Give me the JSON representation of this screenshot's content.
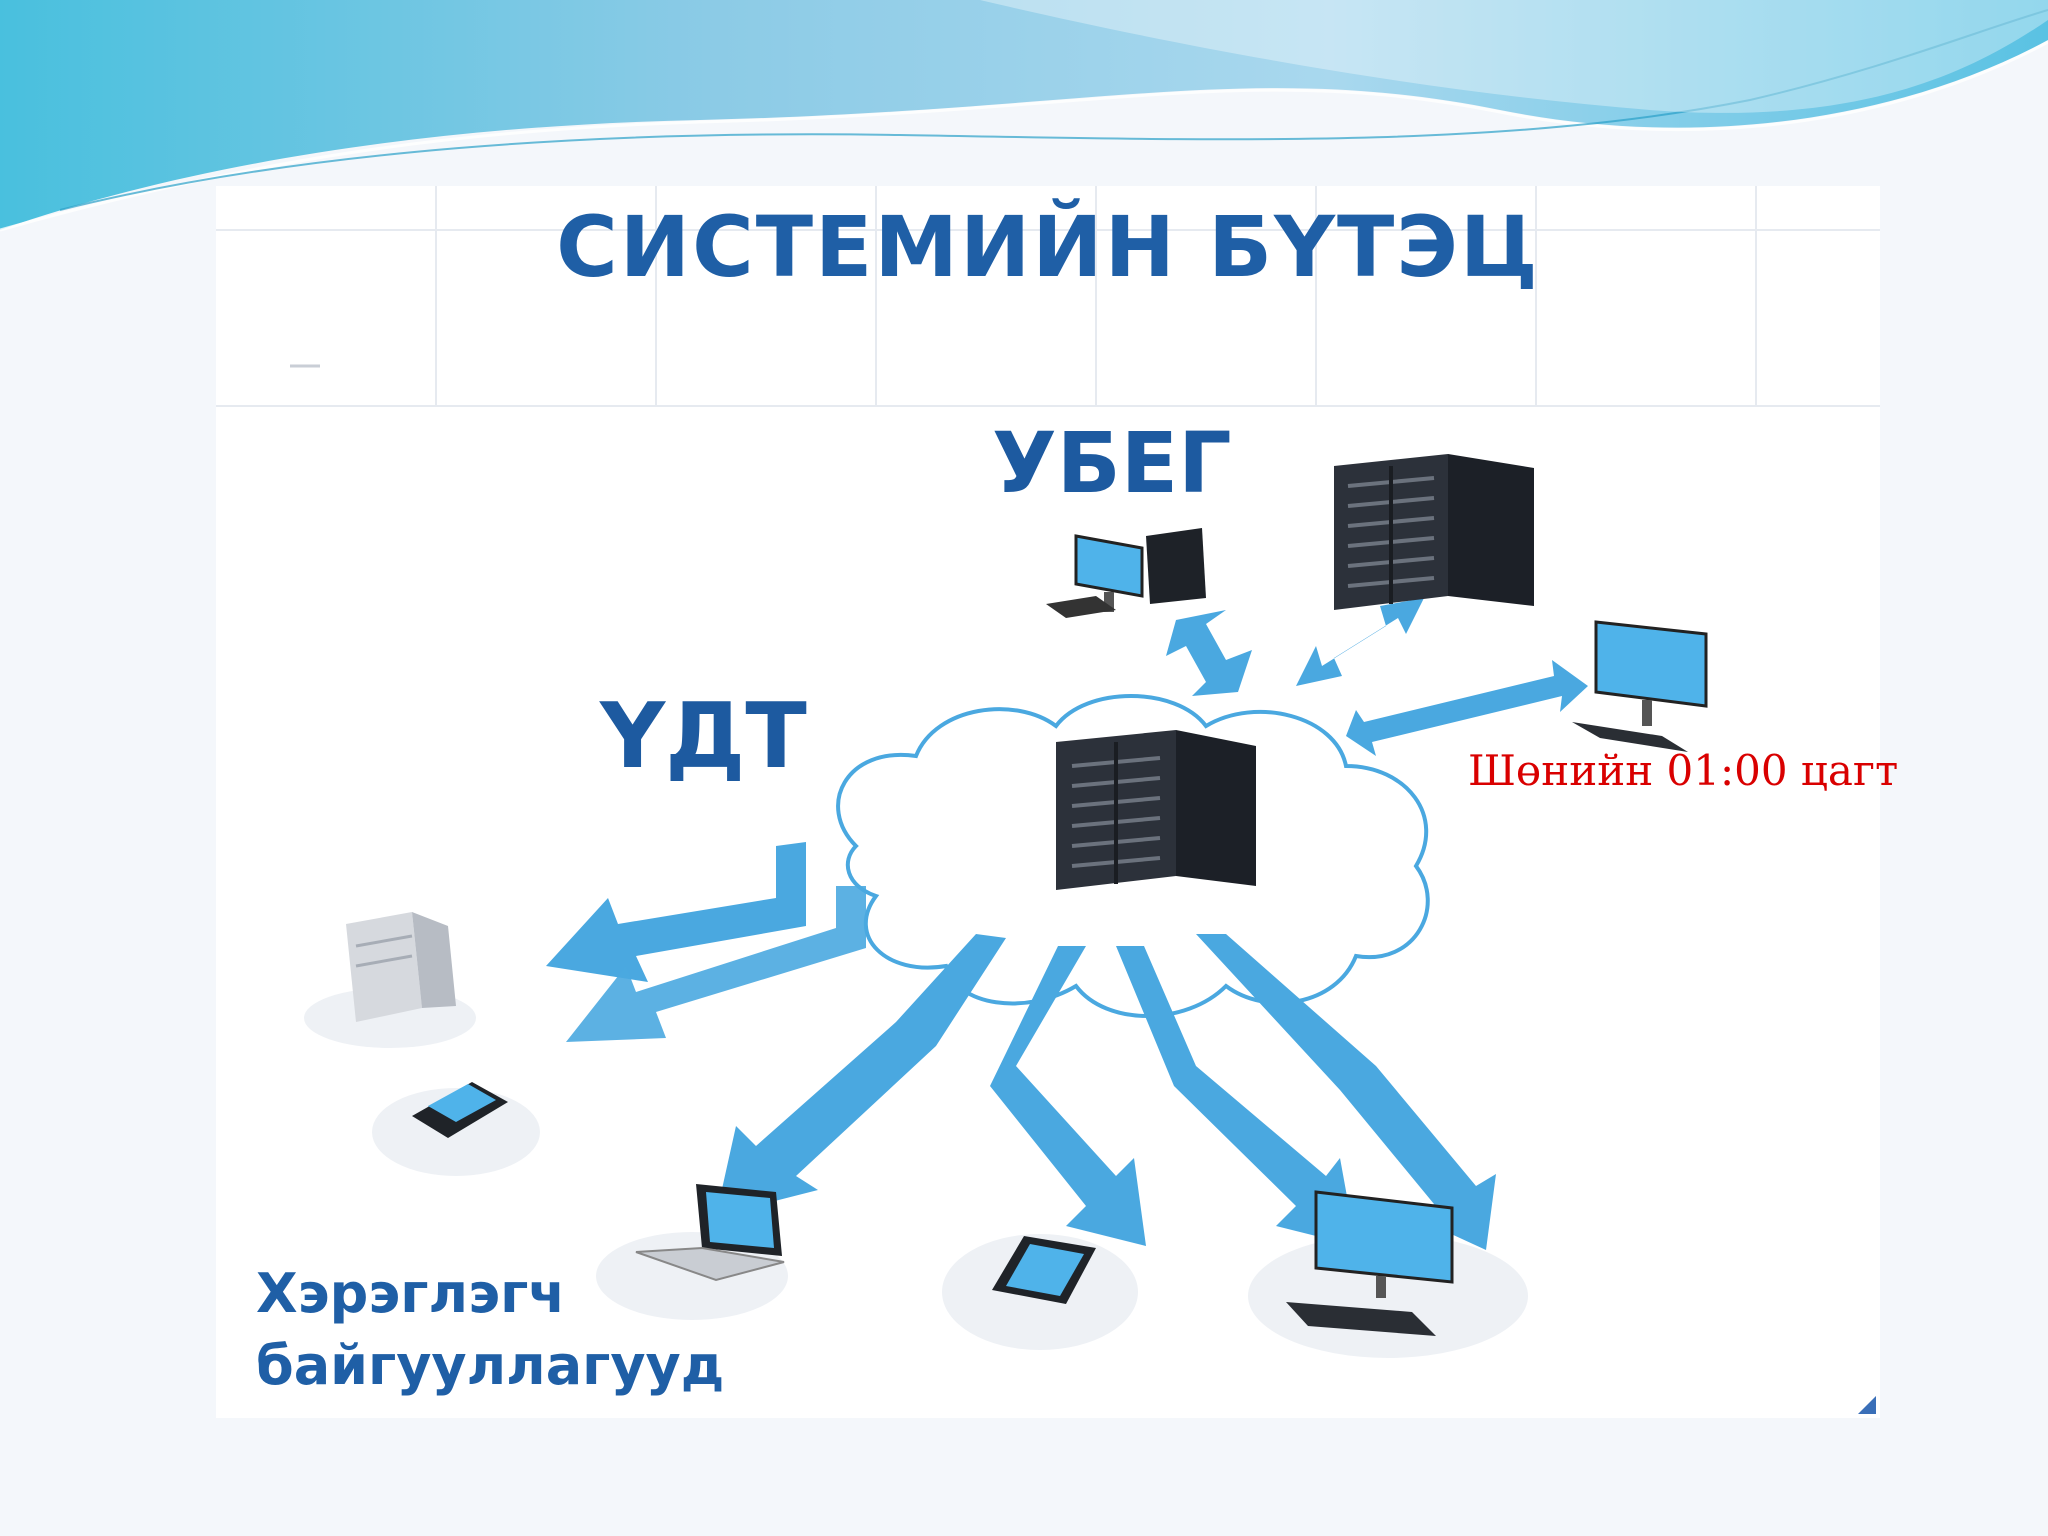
{
  "slide": {
    "title": "СИСТЕМИЙН БҮТЭЦ",
    "labels": {
      "ubeg": "УБЕГ",
      "udt": "ҮДТ",
      "users_line1": "Хэрэглэгч",
      "users_line2": "байгууллагууд"
    },
    "note": "Шөнийн 01:00 цагт"
  },
  "colors": {
    "title": "#1f5fa6",
    "note": "#d90000",
    "arrow": "#4aa8e0",
    "server": "#2c313a",
    "screen": "#4fb3ea",
    "header_wave": "#7fcbe6"
  },
  "icons": [
    "ubeg-server-rack-icon",
    "ubeg-desktop-icon",
    "ubeg-monitor-icon",
    "udt-server-rack-icon",
    "cloud-icon",
    "user-server-icon",
    "user-smartphone-icon",
    "user-laptop-icon",
    "user-touch-phone-icon",
    "user-desktop-icon"
  ]
}
